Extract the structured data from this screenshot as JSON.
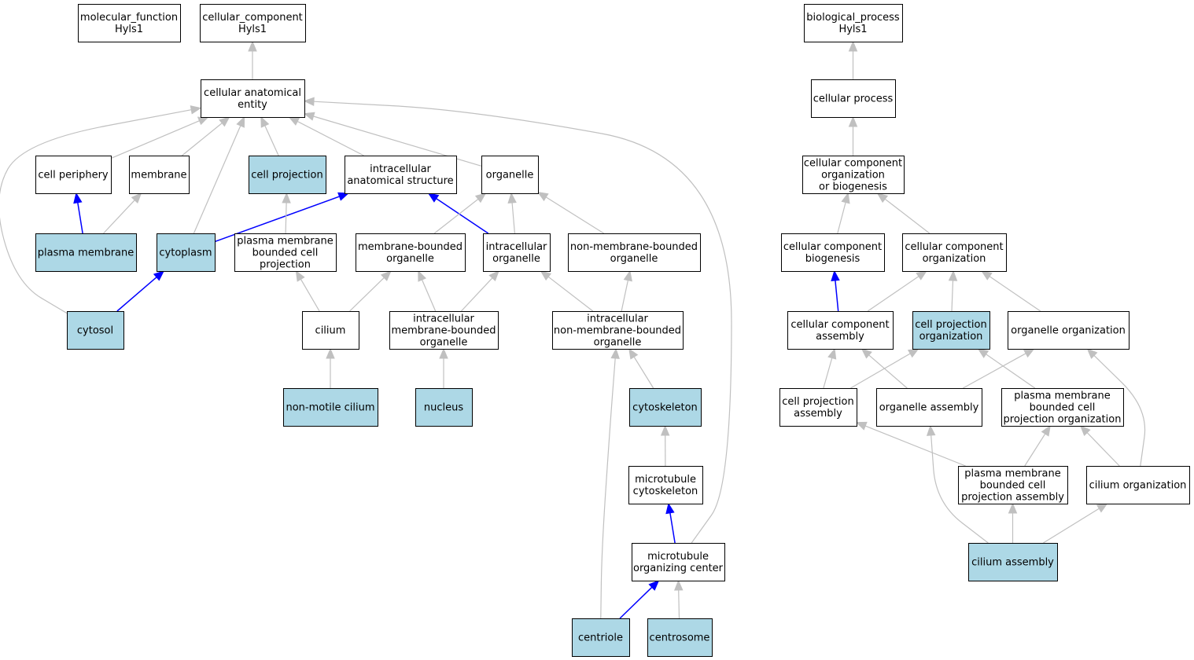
{
  "colors": {
    "highlight_fill": "#add8e6",
    "default_fill": "#ffffff",
    "edge_gray": "#c0c0c0",
    "edge_blue": "#0000ff"
  },
  "nodes": [
    {
      "id": "mf",
      "lines": [
        "molecular_function",
        "Hyls1"
      ],
      "highlight": false
    },
    {
      "id": "cc",
      "lines": [
        "cellular_component",
        "Hyls1"
      ],
      "highlight": false
    },
    {
      "id": "cae",
      "lines": [
        "cellular anatomical",
        "entity"
      ],
      "highlight": false
    },
    {
      "id": "cp",
      "lines": [
        "cell periphery"
      ],
      "highlight": false
    },
    {
      "id": "mem",
      "lines": [
        "membrane"
      ],
      "highlight": false
    },
    {
      "id": "cproj",
      "lines": [
        "cell projection"
      ],
      "highlight": true
    },
    {
      "id": "ias",
      "lines": [
        "intracellular",
        "anatomical structure"
      ],
      "highlight": false
    },
    {
      "id": "org",
      "lines": [
        "organelle"
      ],
      "highlight": false
    },
    {
      "id": "pm",
      "lines": [
        "plasma membrane"
      ],
      "highlight": true
    },
    {
      "id": "cyto",
      "lines": [
        "cytoplasm"
      ],
      "highlight": true
    },
    {
      "id": "pmbcp",
      "lines": [
        "plasma membrane",
        "bounded cell",
        "projection"
      ],
      "highlight": false
    },
    {
      "id": "mbo",
      "lines": [
        "membrane-bounded",
        "organelle"
      ],
      "highlight": false
    },
    {
      "id": "io",
      "lines": [
        "intracellular",
        "organelle"
      ],
      "highlight": false
    },
    {
      "id": "nmbo",
      "lines": [
        "non-membrane-bounded",
        "organelle"
      ],
      "highlight": false
    },
    {
      "id": "cytosol",
      "lines": [
        "cytosol"
      ],
      "highlight": true
    },
    {
      "id": "cilium",
      "lines": [
        "cilium"
      ],
      "highlight": false
    },
    {
      "id": "imbo",
      "lines": [
        "intracellular",
        "membrane-bounded",
        "organelle"
      ],
      "highlight": false
    },
    {
      "id": "inmbo",
      "lines": [
        "intracellular",
        "non-membrane-bounded",
        "organelle"
      ],
      "highlight": false
    },
    {
      "id": "nmc",
      "lines": [
        "non-motile cilium"
      ],
      "highlight": true
    },
    {
      "id": "nucleus",
      "lines": [
        "nucleus"
      ],
      "highlight": true
    },
    {
      "id": "cytoskel",
      "lines": [
        "cytoskeleton"
      ],
      "highlight": true
    },
    {
      "id": "mtcs",
      "lines": [
        "microtubule",
        "cytoskeleton"
      ],
      "highlight": false
    },
    {
      "id": "mtoc",
      "lines": [
        "microtubule",
        "organizing center"
      ],
      "highlight": false
    },
    {
      "id": "centriole",
      "lines": [
        "centriole"
      ],
      "highlight": true
    },
    {
      "id": "centrosome",
      "lines": [
        "centrosome"
      ],
      "highlight": true
    },
    {
      "id": "bp",
      "lines": [
        "biological_process",
        "Hyls1"
      ],
      "highlight": false
    },
    {
      "id": "cellproc",
      "lines": [
        "cellular process"
      ],
      "highlight": false
    },
    {
      "id": "ccob",
      "lines": [
        "cellular component",
        "organization",
        "or biogenesis"
      ],
      "highlight": false
    },
    {
      "id": "ccb",
      "lines": [
        "cellular component",
        "biogenesis"
      ],
      "highlight": false
    },
    {
      "id": "cco",
      "lines": [
        "cellular component",
        "organization"
      ],
      "highlight": false
    },
    {
      "id": "cca",
      "lines": [
        "cellular component",
        "assembly"
      ],
      "highlight": false
    },
    {
      "id": "cpo",
      "lines": [
        "cell projection",
        "organization"
      ],
      "highlight": true
    },
    {
      "id": "oo",
      "lines": [
        "organelle organization"
      ],
      "highlight": false
    },
    {
      "id": "cpa",
      "lines": [
        "cell projection",
        "assembly"
      ],
      "highlight": false
    },
    {
      "id": "oa",
      "lines": [
        "organelle assembly"
      ],
      "highlight": false
    },
    {
      "id": "pmbcpo",
      "lines": [
        "plasma membrane",
        "bounded cell",
        "projection organization"
      ],
      "highlight": false
    },
    {
      "id": "pmbcpa",
      "lines": [
        "plasma membrane",
        "bounded cell",
        "projection assembly"
      ],
      "highlight": false
    },
    {
      "id": "cilorg",
      "lines": [
        "cilium organization"
      ],
      "highlight": false
    },
    {
      "id": "cilasm",
      "lines": [
        "cilium assembly"
      ],
      "highlight": true
    }
  ],
  "edges": [
    {
      "from": "cae",
      "to": "cc",
      "color": "gray"
    },
    {
      "from": "cp",
      "to": "cae",
      "color": "gray"
    },
    {
      "from": "mem",
      "to": "cae",
      "color": "gray"
    },
    {
      "from": "cproj",
      "to": "cae",
      "color": "gray"
    },
    {
      "from": "ias",
      "to": "cae",
      "color": "gray"
    },
    {
      "from": "org",
      "to": "cae",
      "color": "gray"
    },
    {
      "from": "cyto",
      "to": "cae",
      "color": "gray"
    },
    {
      "from": "cytosol",
      "to": "cae",
      "color": "gray"
    },
    {
      "from": "mtoc",
      "to": "cae",
      "color": "gray"
    },
    {
      "from": "pm",
      "to": "cp",
      "color": "blue"
    },
    {
      "from": "pm",
      "to": "mem",
      "color": "gray"
    },
    {
      "from": "cyto",
      "to": "ias",
      "color": "blue"
    },
    {
      "from": "io",
      "to": "ias",
      "color": "blue"
    },
    {
      "from": "pmbcp",
      "to": "cproj",
      "color": "gray"
    },
    {
      "from": "mbo",
      "to": "org",
      "color": "gray"
    },
    {
      "from": "io",
      "to": "org",
      "color": "gray"
    },
    {
      "from": "nmbo",
      "to": "org",
      "color": "gray"
    },
    {
      "from": "cytosol",
      "to": "cyto",
      "color": "blue"
    },
    {
      "from": "cilium",
      "to": "pmbcp",
      "color": "gray"
    },
    {
      "from": "cilium",
      "to": "mbo",
      "color": "gray"
    },
    {
      "from": "imbo",
      "to": "mbo",
      "color": "gray"
    },
    {
      "from": "imbo",
      "to": "io",
      "color": "gray"
    },
    {
      "from": "inmbo",
      "to": "io",
      "color": "gray"
    },
    {
      "from": "inmbo",
      "to": "nmbo",
      "color": "gray"
    },
    {
      "from": "nmc",
      "to": "cilium",
      "color": "gray"
    },
    {
      "from": "nucleus",
      "to": "imbo",
      "color": "gray"
    },
    {
      "from": "cytoskel",
      "to": "inmbo",
      "color": "gray"
    },
    {
      "from": "centriole",
      "to": "inmbo",
      "color": "gray"
    },
    {
      "from": "mtcs",
      "to": "cytoskel",
      "color": "gray"
    },
    {
      "from": "mtoc",
      "to": "mtcs",
      "color": "blue"
    },
    {
      "from": "centriole",
      "to": "mtoc",
      "color": "blue"
    },
    {
      "from": "centrosome",
      "to": "mtoc",
      "color": "gray"
    },
    {
      "from": "cellproc",
      "to": "bp",
      "color": "gray"
    },
    {
      "from": "ccob",
      "to": "cellproc",
      "color": "gray"
    },
    {
      "from": "ccb",
      "to": "ccob",
      "color": "gray"
    },
    {
      "from": "cco",
      "to": "ccob",
      "color": "gray"
    },
    {
      "from": "cca",
      "to": "ccb",
      "color": "blue"
    },
    {
      "from": "cca",
      "to": "cco",
      "color": "gray"
    },
    {
      "from": "cpo",
      "to": "cco",
      "color": "gray"
    },
    {
      "from": "oo",
      "to": "cco",
      "color": "gray"
    },
    {
      "from": "cpa",
      "to": "cca",
      "color": "gray"
    },
    {
      "from": "oa",
      "to": "cca",
      "color": "gray"
    },
    {
      "from": "cpa",
      "to": "cpo",
      "color": "gray"
    },
    {
      "from": "pmbcpo",
      "to": "cpo",
      "color": "gray"
    },
    {
      "from": "oa",
      "to": "oo",
      "color": "gray"
    },
    {
      "from": "cilorg",
      "to": "oo",
      "color": "gray"
    },
    {
      "from": "pmbcpa",
      "to": "cpa",
      "color": "gray"
    },
    {
      "from": "pmbcpa",
      "to": "pmbcpo",
      "color": "gray"
    },
    {
      "from": "cilorg",
      "to": "pmbcpo",
      "color": "gray"
    },
    {
      "from": "cilasm",
      "to": "oa",
      "color": "gray"
    },
    {
      "from": "cilasm",
      "to": "pmbcpa",
      "color": "gray"
    },
    {
      "from": "cilasm",
      "to": "cilorg",
      "color": "gray"
    }
  ]
}
